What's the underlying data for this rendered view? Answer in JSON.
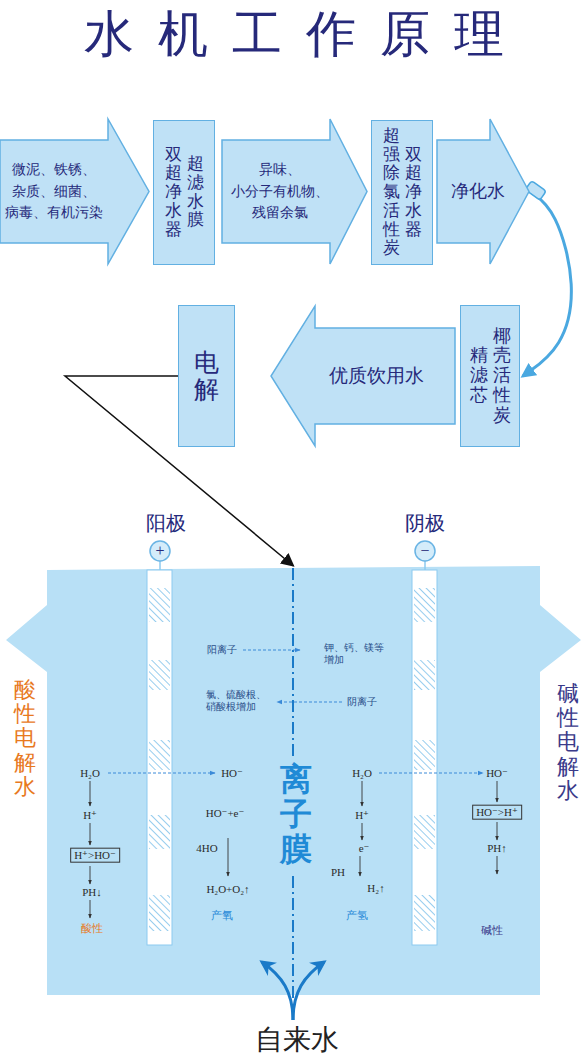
{
  "diagram": {
    "title": "水机工作原理",
    "nodes": [
      {
        "text": [
          "微泥、铁锈、 杂质、细菌、 病毒、有机污染"
        ]
      },
      {
        "text": [
          "双超净水器",
          "超滤水膜"
        ]
      },
      {
        "text": [
          "异味、 小分子有机物、 残留余氯"
        ]
      },
      {
        "text": [
          "超强除氯活性炭",
          "双超净水器"
        ]
      },
      {
        "text": [
          "净化水"
        ]
      },
      {
        "text": [
          "精滤芯",
          "椰壳活性炭"
        ]
      },
      {
        "text": [
          "优质饮用水"
        ]
      },
      {
        "text": [
          "电解"
        ]
      },
      {
        "text": [
          "离子膜"
        ]
      }
    ],
    "edges": [
      {
        "from": 4,
        "to": 5,
        "arrow": "to"
      },
      {
        "from": 7,
        "to": 8,
        "arrow": "to"
      }
    ],
    "labels": [
      "阳极",
      "+",
      "阴极",
      "−",
      "酸性电解水",
      "碱性电解水",
      "阳离子",
      "钾、钙、镁等 增加",
      "氯、硫酸根、 硝酸根增加",
      "阴离子",
      "H₂O",
      "H⁺",
      "H⁺>HO⁻",
      "PH↓",
      "酸性",
      "HO⁻",
      "HO⁻+e⁻",
      "4HO",
      "H₂O+O₂↑",
      "产氧",
      "H₂O",
      "H⁺",
      "e⁻",
      "PH",
      "H₂↑",
      "产氢",
      "HO⁻",
      "HO⁻>H⁺",
      "PH↑",
      "碱性",
      "自来水"
    ]
  }
}
